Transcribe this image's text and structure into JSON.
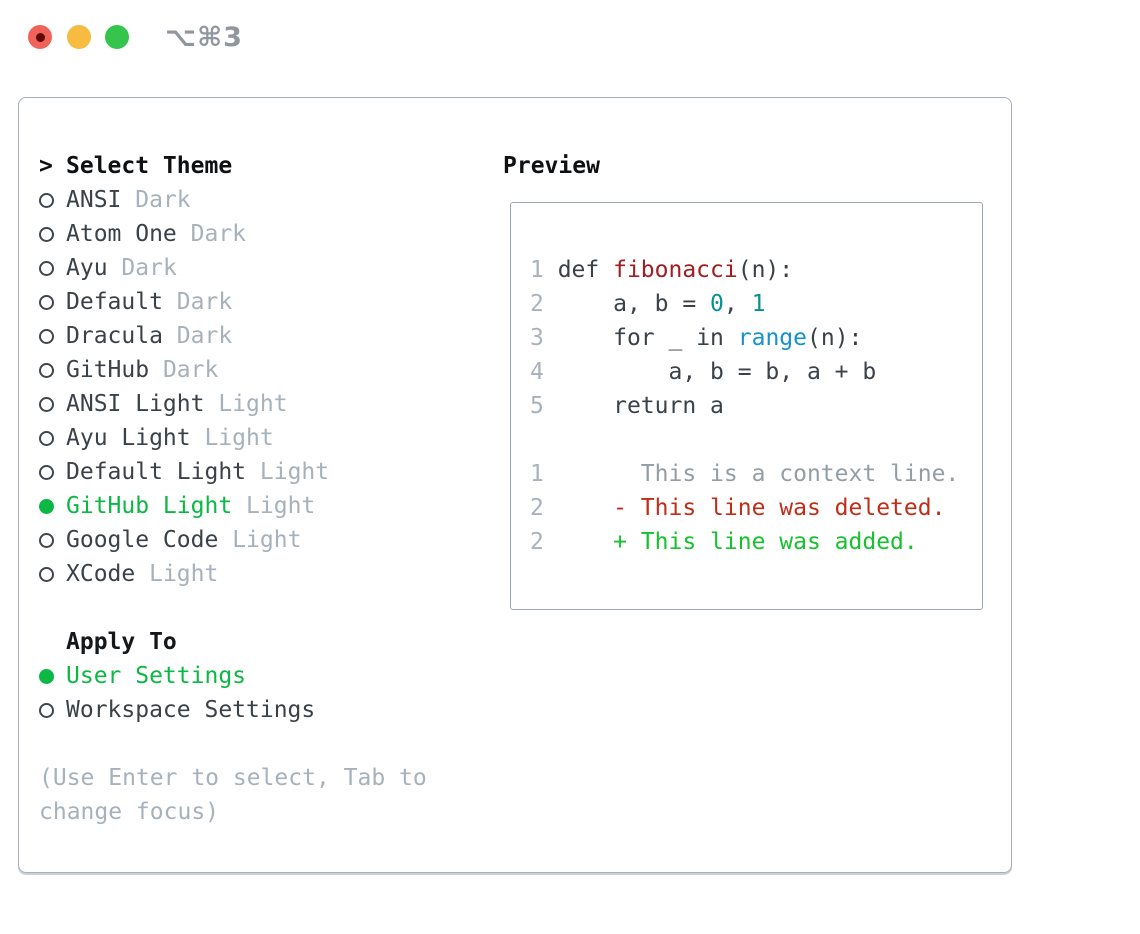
{
  "titlebar": {
    "shortcut": "⌥⌘3"
  },
  "theme_picker": {
    "heading_marker": ">",
    "heading": "Select Theme",
    "items": [
      {
        "label": "ANSI",
        "variant": "Dark",
        "selected": false
      },
      {
        "label": "Atom One",
        "variant": "Dark",
        "selected": false
      },
      {
        "label": "Ayu",
        "variant": "Dark",
        "selected": false
      },
      {
        "label": "Default",
        "variant": "Dark",
        "selected": false
      },
      {
        "label": "Dracula",
        "variant": "Dark",
        "selected": false
      },
      {
        "label": "GitHub",
        "variant": "Dark",
        "selected": false
      },
      {
        "label": "ANSI Light",
        "variant": "Light",
        "selected": false
      },
      {
        "label": "Ayu Light",
        "variant": "Light",
        "selected": false
      },
      {
        "label": "Default Light",
        "variant": "Light",
        "selected": false
      },
      {
        "label": "GitHub Light",
        "variant": "Light",
        "selected": true
      },
      {
        "label": "Google Code",
        "variant": "Light",
        "selected": false
      },
      {
        "label": "XCode",
        "variant": "Light",
        "selected": false
      }
    ],
    "apply_heading": "Apply To",
    "apply_options": [
      {
        "label": "User Settings",
        "selected": true
      },
      {
        "label": "Workspace Settings",
        "selected": false
      }
    ],
    "hint": "(Use Enter to select, Tab to change focus)"
  },
  "preview": {
    "heading": "Preview",
    "lines": [
      {
        "num": "1",
        "segments": [
          {
            "t": "def ",
            "c": "kw"
          },
          {
            "t": "fibonacci",
            "c": "fn"
          },
          {
            "t": "(n):",
            "c": "pl"
          }
        ]
      },
      {
        "num": "2",
        "segments": [
          {
            "t": "    a, b = ",
            "c": "pl"
          },
          {
            "t": "0",
            "c": "nm"
          },
          {
            "t": ", ",
            "c": "pl"
          },
          {
            "t": "1",
            "c": "nm"
          }
        ]
      },
      {
        "num": "3",
        "segments": [
          {
            "t": "    ",
            "c": "pl"
          },
          {
            "t": "for",
            "c": "kw"
          },
          {
            "t": " _ ",
            "c": "pl"
          },
          {
            "t": "in",
            "c": "kw"
          },
          {
            "t": " ",
            "c": "pl"
          },
          {
            "t": "range",
            "c": "bi"
          },
          {
            "t": "(n):",
            "c": "pl"
          }
        ]
      },
      {
        "num": "4",
        "segments": [
          {
            "t": "        a, b = b, a + b",
            "c": "pl"
          }
        ]
      },
      {
        "num": "5",
        "segments": [
          {
            "t": "    ",
            "c": "pl"
          },
          {
            "t": "return",
            "c": "kw"
          },
          {
            "t": " a",
            "c": "pl"
          }
        ]
      },
      {
        "num": "",
        "segments": []
      },
      {
        "num": "1",
        "segments": [
          {
            "t": "      This is a context line.",
            "c": "ctx"
          }
        ]
      },
      {
        "num": "2",
        "segments": [
          {
            "t": "    - This line was deleted.",
            "c": "del"
          }
        ]
      },
      {
        "num": "2",
        "segments": [
          {
            "t": "    + This line was added.",
            "c": "add"
          }
        ]
      }
    ]
  },
  "colors": {
    "selected_green": "#0cb844",
    "added_green": "#17c22e",
    "deleted_red": "#c12e18",
    "function_red": "#a01e23",
    "builtin_blue": "#1492cc",
    "number_teal": "#089191",
    "context_gray": "#949da6",
    "muted_gray": "#a7b1bc",
    "text_dark": "#3a4148",
    "panel_border": "#a7b0ba",
    "preview_border": "#9ea8b2",
    "traffic_red": "#f0635a",
    "traffic_yellow": "#f6bb40",
    "traffic_green": "#35c44c"
  }
}
